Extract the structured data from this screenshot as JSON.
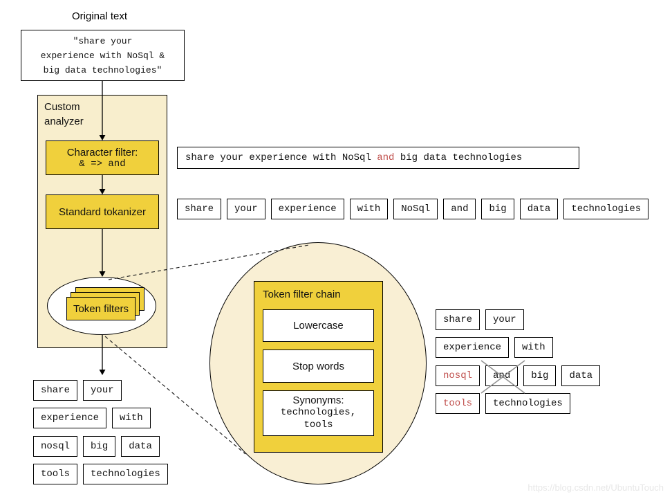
{
  "colors": {
    "gold": "#f0d03c",
    "cream": "#f8eecd",
    "red": "#c0504d",
    "cross_gray": "#909090"
  },
  "original": {
    "label": "Original text",
    "line1": "\"share your",
    "line2": "experience with NoSql &",
    "line3": "big data technologies\""
  },
  "analyzer": {
    "title_line1": "Custom",
    "title_line2": "analyzer",
    "char_filter_title": "Character filter:",
    "char_filter_rule": "& => and",
    "tokenizer_label": "Standard tokanizer",
    "token_filters_label": "Token filters"
  },
  "sentence": {
    "before": "share your experience with NoSql ",
    "highlight": "and",
    "after": " big data technologies"
  },
  "tokens_after_tokenizer": [
    "share",
    "your",
    "experience",
    "with",
    "NoSql",
    "and",
    "big",
    "data",
    "technologies"
  ],
  "filter_chain": {
    "title": "Token filter chain",
    "filter1": "Lowercase",
    "filter2": "Stop words",
    "filter3_title": "Synonyms:",
    "filter3_line1": "technologies,",
    "filter3_line2": "tools"
  },
  "tokens_filtering": {
    "rows": [
      [
        "share",
        "your"
      ],
      [
        "experience",
        "with"
      ],
      [
        "nosql",
        "and",
        "big",
        "data"
      ],
      [
        "tools",
        "technologies"
      ]
    ],
    "red_tokens": [
      "nosql",
      "tools"
    ],
    "crossed_token": "and"
  },
  "tokens_final": {
    "rows": [
      [
        "share",
        "your"
      ],
      [
        "experience",
        "with"
      ],
      [
        "nosql",
        "big",
        "data"
      ],
      [
        "tools",
        "technologies"
      ]
    ]
  },
  "watermark": "https://blog.csdn.net/UbuntuTouch"
}
